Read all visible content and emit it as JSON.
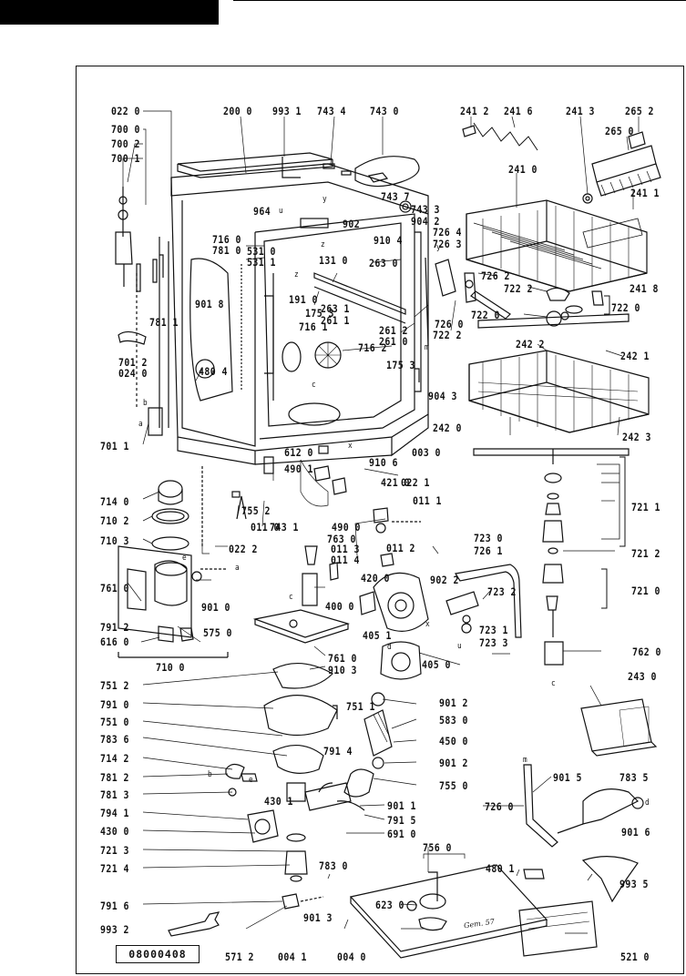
{
  "document_number": "08000408",
  "signature": "Gem. 57",
  "labels": [
    {
      "id": "022-0",
      "text": "022 0"
    },
    {
      "id": "700-0",
      "text": "700 0"
    },
    {
      "id": "700-2",
      "text": "700 2"
    },
    {
      "id": "700-1",
      "text": "700 1"
    },
    {
      "id": "200-0",
      "text": "200 0"
    },
    {
      "id": "993-1",
      "text": "993 1"
    },
    {
      "id": "743-4",
      "text": "743 4"
    },
    {
      "id": "743-0",
      "text": "743 0"
    },
    {
      "id": "241-2",
      "text": "241 2"
    },
    {
      "id": "241-6",
      "text": "241 6"
    },
    {
      "id": "241-3",
      "text": "241 3"
    },
    {
      "id": "265-2",
      "text": "265 2"
    },
    {
      "id": "265-0",
      "text": "265 0"
    },
    {
      "id": "241-0",
      "text": "241 0"
    },
    {
      "id": "241-1",
      "text": "241 1"
    },
    {
      "id": "743-7",
      "text": "743 7"
    },
    {
      "id": "743-3",
      "text": "743 3"
    },
    {
      "id": "904-2",
      "text": "904 2"
    },
    {
      "id": "726-4",
      "text": "726 4"
    },
    {
      "id": "726-3",
      "text": "726 3"
    },
    {
      "id": "964",
      "text": "964"
    },
    {
      "id": "902",
      "text": "902"
    },
    {
      "id": "910-4",
      "text": "910 4"
    },
    {
      "id": "716-0",
      "text": "716 0"
    },
    {
      "id": "781-0",
      "text": "781 0"
    },
    {
      "id": "531-0",
      "text": "531 0"
    },
    {
      "id": "531-1",
      "text": "531 1"
    },
    {
      "id": "131-0",
      "text": "131 0"
    },
    {
      "id": "263-0",
      "text": "263 0"
    },
    {
      "id": "901-8",
      "text": "901 8"
    },
    {
      "id": "726-2",
      "text": "726 2"
    },
    {
      "id": "241-8",
      "text": "241 8"
    },
    {
      "id": "722-2a",
      "text": "722 2"
    },
    {
      "id": "722-0a",
      "text": "722 0"
    },
    {
      "id": "191-0",
      "text": "191 0"
    },
    {
      "id": "175-3a",
      "text": "175 3"
    },
    {
      "id": "716-1",
      "text": "716 1"
    },
    {
      "id": "263-1",
      "text": "263 1"
    },
    {
      "id": "261-1",
      "text": "261 1"
    },
    {
      "id": "781-1",
      "text": "781 1"
    },
    {
      "id": "261-2",
      "text": "261 2"
    },
    {
      "id": "261-0",
      "text": "261 0"
    },
    {
      "id": "726-0a",
      "text": "726 0"
    },
    {
      "id": "722-2b",
      "text": "722 2"
    },
    {
      "id": "722-0b",
      "text": "722 0"
    },
    {
      "id": "716-2",
      "text": "716 2"
    },
    {
      "id": "242-2",
      "text": "242 2"
    },
    {
      "id": "242-1",
      "text": "242 1"
    },
    {
      "id": "480-4",
      "text": "480 4"
    },
    {
      "id": "701-2",
      "text": "701 2"
    },
    {
      "id": "024-0",
      "text": "024 0"
    },
    {
      "id": "175-3b",
      "text": "175 3"
    },
    {
      "id": "904-3",
      "text": "904 3"
    },
    {
      "id": "242-0",
      "text": "242 0"
    },
    {
      "id": "242-3",
      "text": "242 3"
    },
    {
      "id": "701-1",
      "text": "701 1"
    },
    {
      "id": "003-0",
      "text": "003 0"
    },
    {
      "id": "612-0",
      "text": "612 0"
    },
    {
      "id": "910-6",
      "text": "910 6"
    },
    {
      "id": "490-1",
      "text": "490 1"
    },
    {
      "id": "421-0",
      "text": "421 0"
    },
    {
      "id": "022-1",
      "text": "022 1"
    },
    {
      "id": "011-1",
      "text": "011 1"
    },
    {
      "id": "721-1",
      "text": "721 1"
    },
    {
      "id": "714-0a",
      "text": "714 0"
    },
    {
      "id": "755-2",
      "text": "755 2"
    },
    {
      "id": "710-2",
      "text": "710 2"
    },
    {
      "id": "011-0",
      "text": "011 0"
    },
    {
      "id": "743-1",
      "text": "743 1"
    },
    {
      "id": "490-0",
      "text": "490 0"
    },
    {
      "id": "763-0",
      "text": "763 0"
    },
    {
      "id": "011-3",
      "text": "011 3"
    },
    {
      "id": "011-4",
      "text": "011 4"
    },
    {
      "id": "710-3",
      "text": "710 3"
    },
    {
      "id": "022-2",
      "text": "022 2"
    },
    {
      "id": "723-0",
      "text": "723 0"
    },
    {
      "id": "726-1",
      "text": "726 1"
    },
    {
      "id": "721-2",
      "text": "721 2"
    },
    {
      "id": "011-2",
      "text": "011 2"
    },
    {
      "id": "902-2",
      "text": "902 2"
    },
    {
      "id": "721-0",
      "text": "721 0"
    },
    {
      "id": "901-0",
      "text": "901 0"
    },
    {
      "id": "761-0a",
      "text": "761 0"
    },
    {
      "id": "420-0",
      "text": "420 0"
    },
    {
      "id": "723-2",
      "text": "723 2"
    },
    {
      "id": "791-2a",
      "text": "791 2"
    },
    {
      "id": "575-0",
      "text": "575 0"
    },
    {
      "id": "400-0",
      "text": "400 0"
    },
    {
      "id": "616-0",
      "text": "616 0"
    },
    {
      "id": "405-1",
      "text": "405 1"
    },
    {
      "id": "723-1",
      "text": "723 1"
    },
    {
      "id": "723-3",
      "text": "723 3"
    },
    {
      "id": "710-0",
      "text": "710 0"
    },
    {
      "id": "761-0b",
      "text": "761 0"
    },
    {
      "id": "910-3",
      "text": "910 3"
    },
    {
      "id": "405-0",
      "text": "405 0"
    },
    {
      "id": "762-0",
      "text": "762 0"
    },
    {
      "id": "751-2",
      "text": "751 2"
    },
    {
      "id": "791-0",
      "text": "791 0"
    },
    {
      "id": "751-1",
      "text": "751 1"
    },
    {
      "id": "901-2a",
      "text": "901 2"
    },
    {
      "id": "243-0",
      "text": "243 0"
    },
    {
      "id": "751-0",
      "text": "751 0"
    },
    {
      "id": "583-0",
      "text": "583 0"
    },
    {
      "id": "783-6",
      "text": "783 6"
    },
    {
      "id": "450-0",
      "text": "450 0"
    },
    {
      "id": "791-4",
      "text": "791 4"
    },
    {
      "id": "714-2",
      "text": "714 2"
    },
    {
      "id": "901-2b",
      "text": "901 2"
    },
    {
      "id": "781-2",
      "text": "781 2"
    },
    {
      "id": "901-5",
      "text": "901 5"
    },
    {
      "id": "783-5",
      "text": "783 5"
    },
    {
      "id": "755-0",
      "text": "755 0"
    },
    {
      "id": "781-3",
      "text": "781 3"
    },
    {
      "id": "430-1",
      "text": "430 1"
    },
    {
      "id": "901-1",
      "text": "901 1"
    },
    {
      "id": "726-0b",
      "text": "726 0"
    },
    {
      "id": "794-1",
      "text": "794 1"
    },
    {
      "id": "791-5",
      "text": "791 5"
    },
    {
      "id": "901-6",
      "text": "901 6"
    },
    {
      "id": "430-0",
      "text": "430 0"
    },
    {
      "id": "691-0",
      "text": "691 0"
    },
    {
      "id": "721-3",
      "text": "721 3"
    },
    {
      "id": "756-0",
      "text": "756 0"
    },
    {
      "id": "721-4",
      "text": "721 4"
    },
    {
      "id": "783-0",
      "text": "783 0"
    },
    {
      "id": "480-1",
      "text": "480 1"
    },
    {
      "id": "993-5",
      "text": "993 5"
    },
    {
      "id": "791-6",
      "text": "791 6"
    },
    {
      "id": "623-0",
      "text": "623 0"
    },
    {
      "id": "901-3",
      "text": "901 3"
    },
    {
      "id": "993-2",
      "text": "993 2"
    },
    {
      "id": "571-2",
      "text": "571 2"
    },
    {
      "id": "004-1",
      "text": "004 1"
    },
    {
      "id": "004-0",
      "text": "004 0"
    },
    {
      "id": "521-0",
      "text": "521 0"
    }
  ],
  "letters": [
    {
      "id": "y-top",
      "text": "y"
    },
    {
      "id": "z-a",
      "text": "z"
    },
    {
      "id": "z-b",
      "text": "z"
    },
    {
      "id": "u-a",
      "text": "u"
    },
    {
      "id": "b-a",
      "text": "b"
    },
    {
      "id": "a-a",
      "text": "a"
    },
    {
      "id": "c-tub",
      "text": "c"
    },
    {
      "id": "x-a",
      "text": "x"
    },
    {
      "id": "a-b",
      "text": "a"
    },
    {
      "id": "e-a",
      "text": "e"
    },
    {
      "id": "c-b",
      "text": "c"
    },
    {
      "id": "d-a",
      "text": "d"
    },
    {
      "id": "x-b",
      "text": "x"
    },
    {
      "id": "u-b",
      "text": "u"
    },
    {
      "id": "c-c",
      "text": "c"
    },
    {
      "id": "m-a",
      "text": "m"
    },
    {
      "id": "m-b",
      "text": "m"
    },
    {
      "id": "b-b",
      "text": "b"
    },
    {
      "id": "e-b",
      "text": "e"
    },
    {
      "id": "d-b",
      "text": "d"
    },
    {
      "id": "y-b",
      "text": "y"
    }
  ]
}
